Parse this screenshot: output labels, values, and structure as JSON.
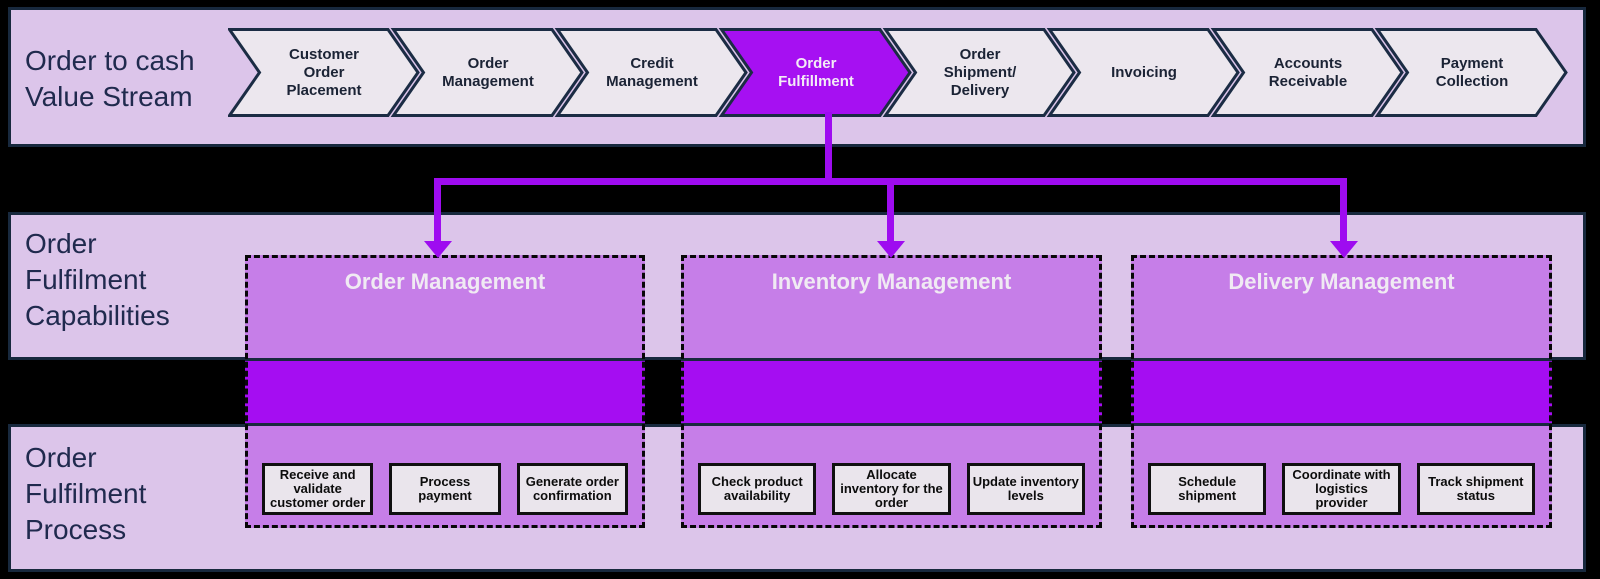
{
  "colors": {
    "accent": "#a610f2",
    "panel_bg": "#dcc5ea",
    "panel_border": "#18293e",
    "chevron_fill": "#ece7ee",
    "chevron_border": "#1b2c44",
    "column_fill": "#c67ee8",
    "column_bright": "#a50df2",
    "step_fill": "#eae5ec",
    "label_color": "#202a4e",
    "title_color": "#f0eaf3",
    "connector": "#9e0cf0"
  },
  "value_stream": {
    "title": "Order to cash\nValue Stream",
    "stages": [
      {
        "label": "Customer\nOrder\nPlacement",
        "active": false
      },
      {
        "label": "Order\nManagement",
        "active": false
      },
      {
        "label": "Credit\nManagement",
        "active": false
      },
      {
        "label": "Order\nFulfillment",
        "active": true
      },
      {
        "label": "Order\nShipment/\nDelivery",
        "active": false
      },
      {
        "label": "Invoicing",
        "active": false
      },
      {
        "label": "Accounts\nReceivable",
        "active": false
      },
      {
        "label": "Payment\nCollection",
        "active": false
      }
    ]
  },
  "capabilities": {
    "title": "Order\nFulfilment\nCapabilities",
    "columns": [
      {
        "name": "Order Management",
        "steps": [
          "Receive and validate customer order",
          "Process payment",
          "Generate order confirmation"
        ]
      },
      {
        "name": "Inventory Management",
        "steps": [
          "Check product availability",
          "Allocate inventory for the order",
          "Update inventory levels"
        ]
      },
      {
        "name": "Delivery Management",
        "steps": [
          "Schedule shipment",
          "Coordinate with logistics provider",
          "Track shipment status"
        ]
      }
    ]
  },
  "process": {
    "title": "Order\nFulfilment\nProcess"
  }
}
